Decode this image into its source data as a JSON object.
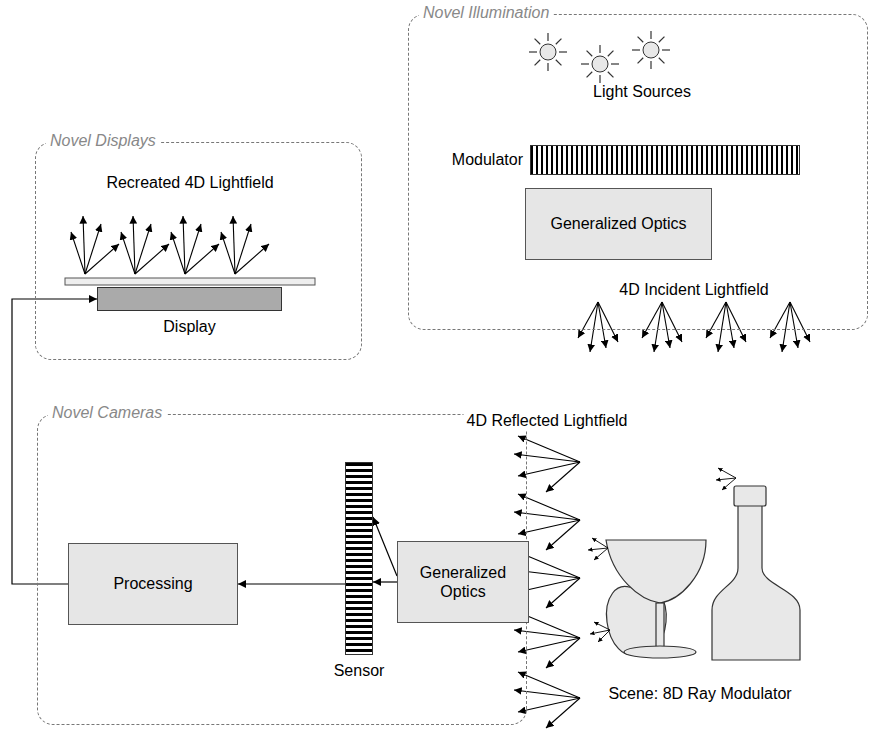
{
  "diagram": {
    "nodes": [
      {
        "text": [
          "Novel Illumination"
        ]
      },
      {
        "text": [
          "Modulator"
        ],
        "in": 0
      },
      {
        "text": [
          "Generalized Optics"
        ],
        "in": 0
      },
      {
        "text": [
          "Novel Displays"
        ]
      },
      {
        "text": [
          "Display"
        ],
        "in": 3
      },
      {
        "text": [
          "Novel Cameras"
        ]
      },
      {
        "text": [
          "Processing"
        ],
        "in": 5
      },
      {
        "text": [
          "Sensor"
        ],
        "in": 5
      },
      {
        "text": [
          "Generalized Optics"
        ],
        "in": 5
      }
    ],
    "edges": [
      {
        "from": 6,
        "to": 4,
        "arrow": "to"
      },
      {
        "from": 8,
        "to": 7,
        "arrow": "to"
      },
      {
        "from": 7,
        "to": 6,
        "arrow": "to"
      }
    ],
    "labels": [
      "Light Sources",
      "4D Incident Lightfield",
      "Recreated 4D Lightfield",
      "4D Reflected Lightfield",
      "Scene: 8D Ray Modulator"
    ]
  }
}
